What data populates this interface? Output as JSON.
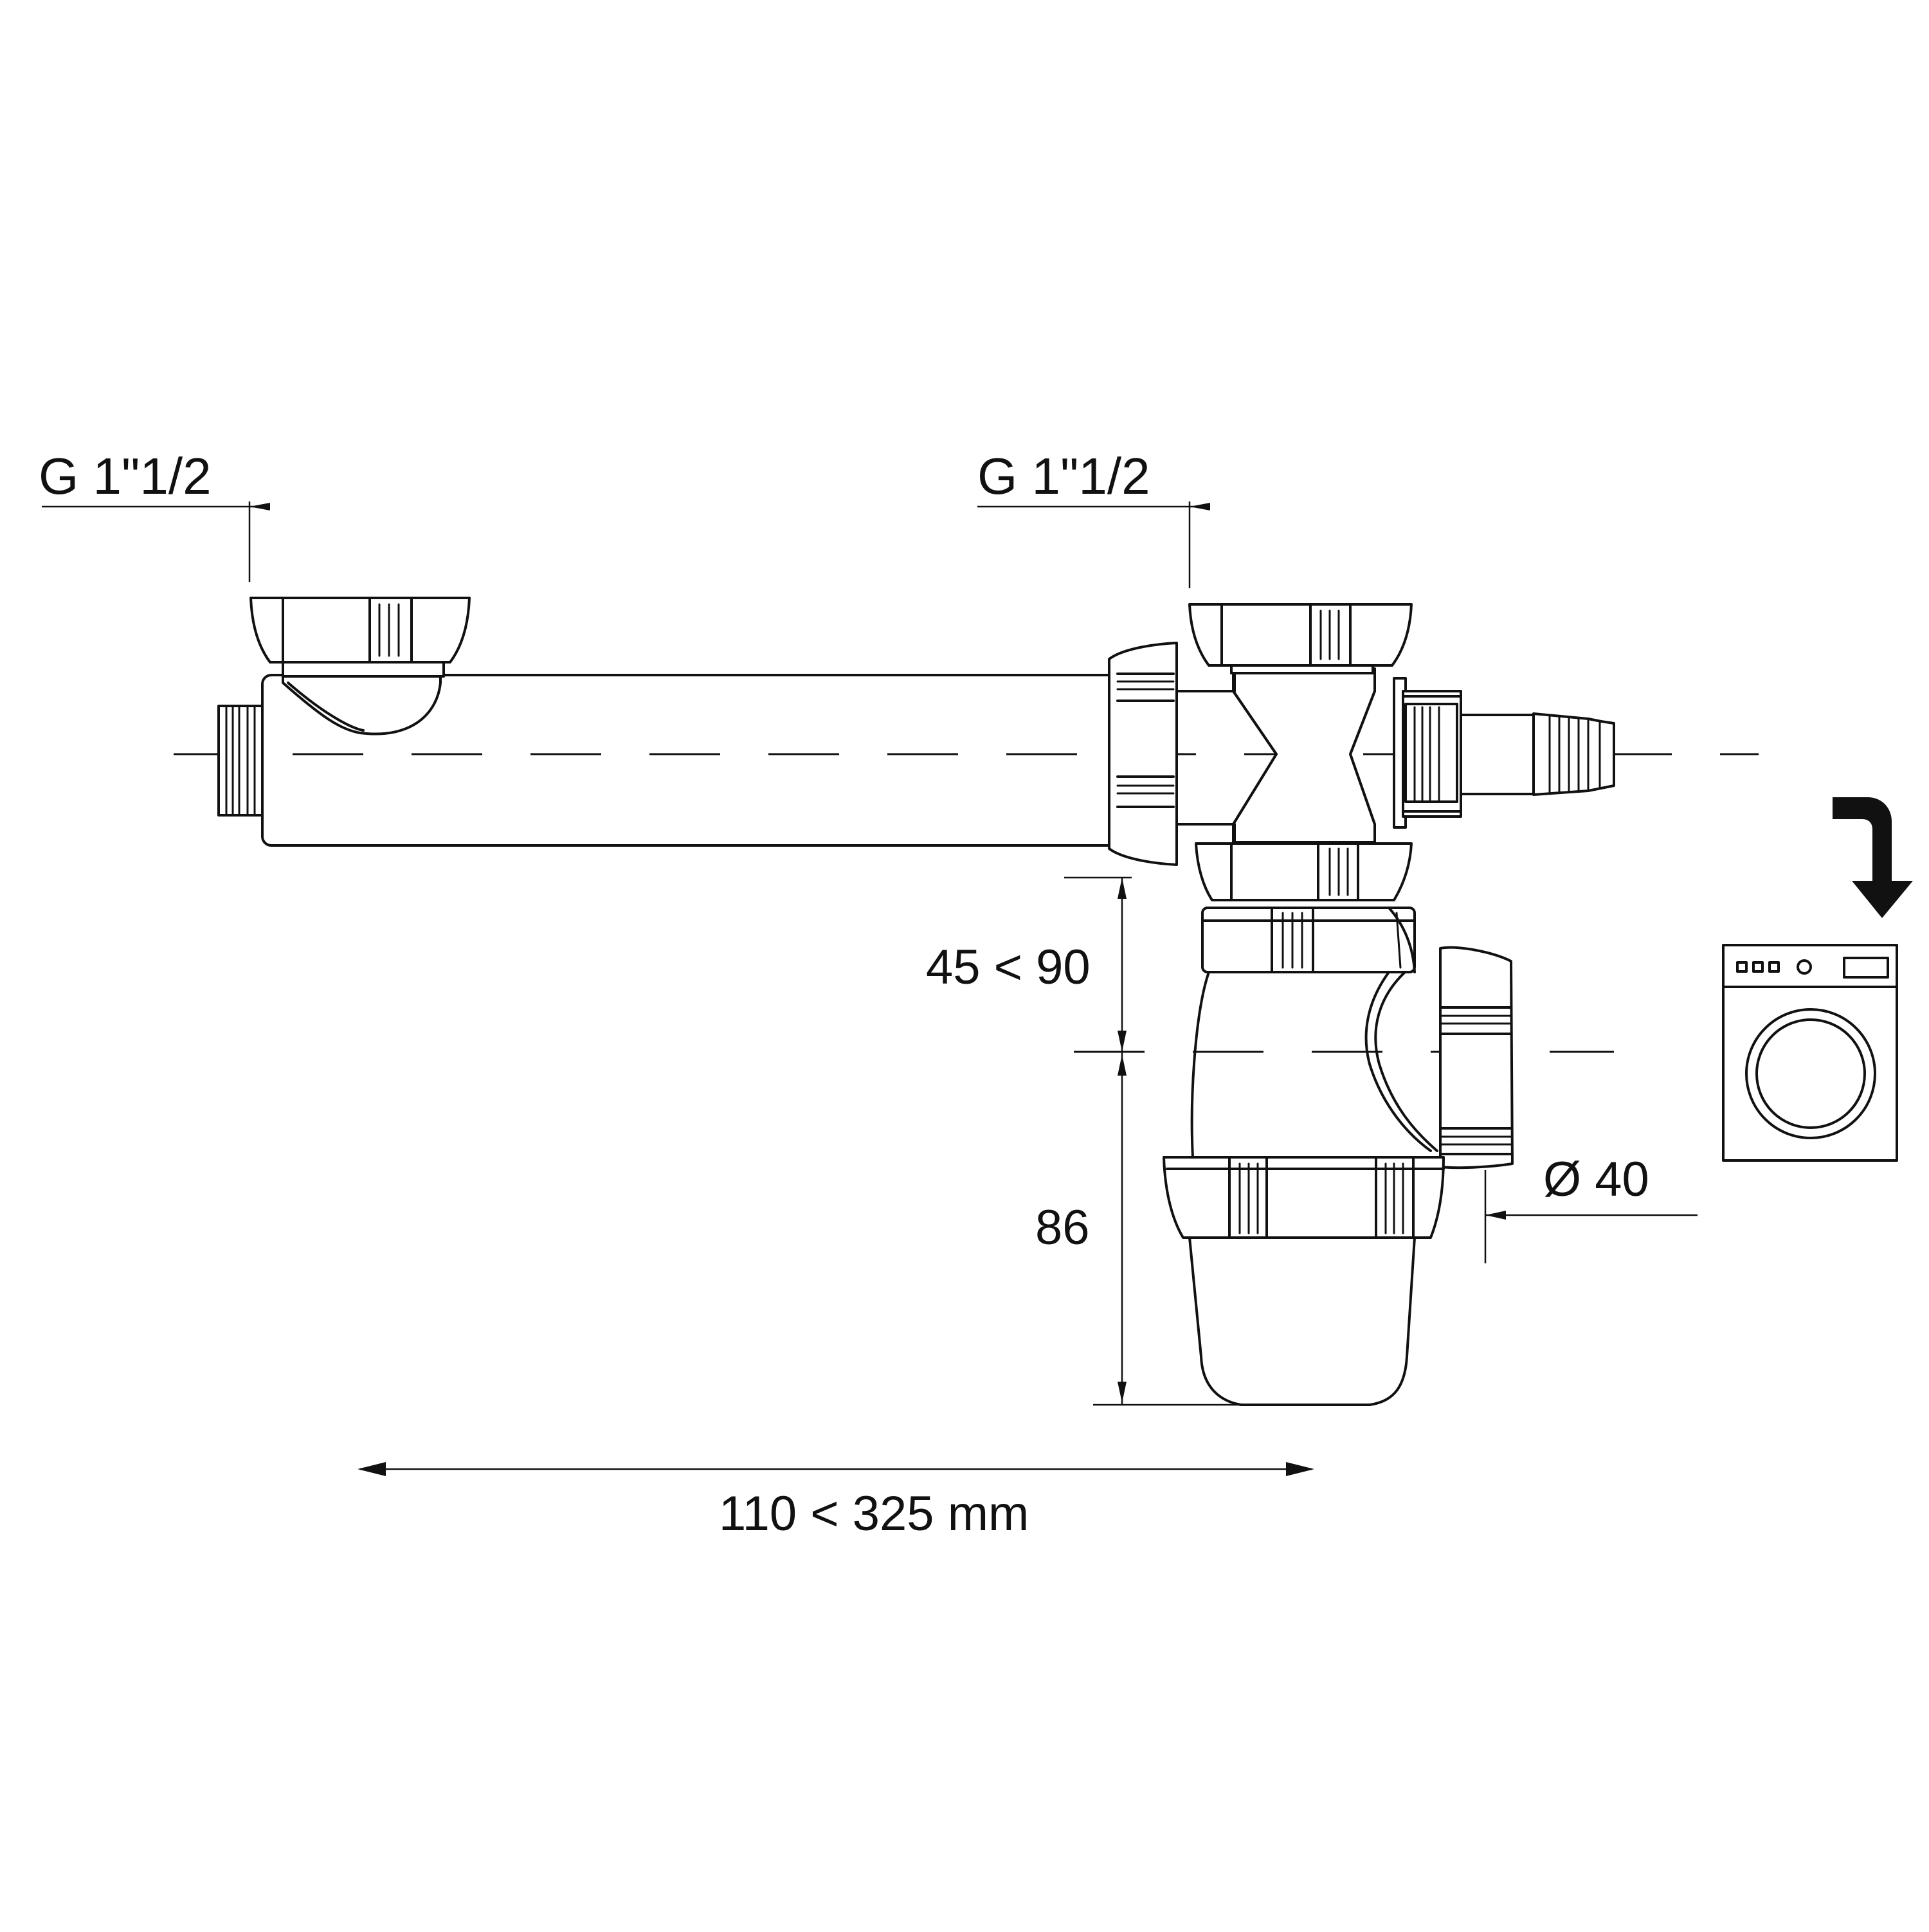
{
  "labels": {
    "thread_left": "G 1\"1/2",
    "thread_right": "G 1\"1/2",
    "height_adjust": "45 < 90",
    "trap_height": "86",
    "outlet_diameter": "Ø 40",
    "length_range": "110 < 325 mm"
  },
  "icons": {
    "turn_arrow": "curved-down-arrow-icon",
    "appliance": "washing-machine-icon"
  },
  "colors": {
    "line": "#111111",
    "background": "#ffffff"
  }
}
